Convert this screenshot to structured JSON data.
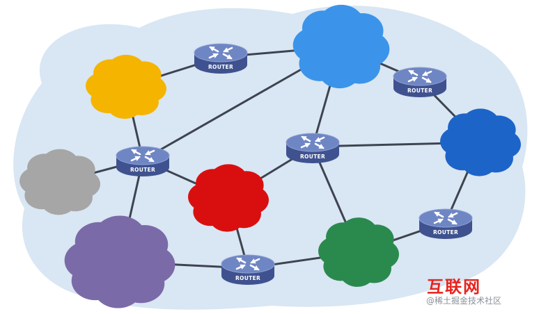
{
  "router_label": "ROUTER",
  "colors": {
    "background_blob": "#d9e6f3",
    "link": "#3d4450",
    "router_top": "#6f86c4",
    "router_side": "#3f528f",
    "router_arrow": "#ffffff",
    "cloud_yellow": "#f5b400",
    "cloud_gray": "#a6a6a6",
    "cloud_purple": "#7b6aa8",
    "cloud_red": "#d90f0f",
    "cloud_light_blue": "#3b94ea",
    "cloud_dark_blue": "#1d64c8",
    "cloud_green": "#2a8a4e"
  },
  "nodes": {
    "routers": [
      "router-top",
      "router-left",
      "router-center",
      "router-top-right",
      "router-right",
      "router-bottom"
    ],
    "clouds": [
      "cloud-yellow",
      "cloud-gray",
      "cloud-purple",
      "cloud-red",
      "cloud-light-blue",
      "cloud-dark-blue",
      "cloud-green"
    ]
  },
  "links": [
    [
      "router-top",
      "cloud-yellow"
    ],
    [
      "router-top",
      "cloud-light-blue"
    ],
    [
      "cloud-yellow",
      "router-left"
    ],
    [
      "router-left",
      "cloud-light-blue"
    ],
    [
      "router-left",
      "cloud-gray"
    ],
    [
      "router-left",
      "cloud-purple"
    ],
    [
      "router-left",
      "cloud-red"
    ],
    [
      "cloud-red",
      "router-center"
    ],
    [
      "cloud-red",
      "router-bottom"
    ],
    [
      "router-center",
      "cloud-light-blue"
    ],
    [
      "router-center",
      "cloud-dark-blue"
    ],
    [
      "router-center",
      "cloud-green"
    ],
    [
      "cloud-light-blue",
      "router-top-right"
    ],
    [
      "router-top-right",
      "cloud-dark-blue"
    ],
    [
      "cloud-dark-blue",
      "router-right"
    ],
    [
      "router-right",
      "cloud-green"
    ],
    [
      "cloud-green",
      "router-bottom"
    ],
    [
      "router-bottom",
      "cloud-purple"
    ]
  ],
  "watermark": {
    "title": "互联网",
    "subtitle": "@稀土掘金技术社区"
  }
}
